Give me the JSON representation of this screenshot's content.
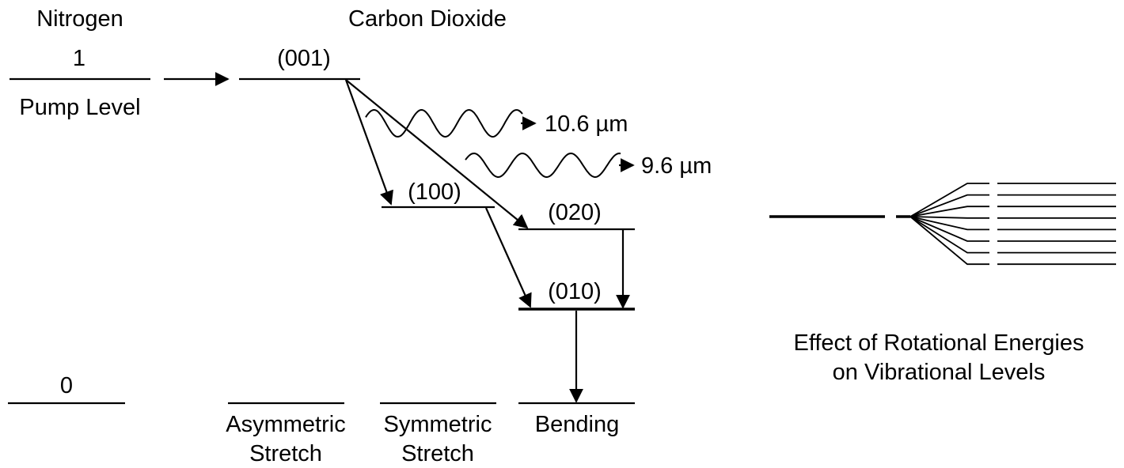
{
  "nitrogen": {
    "title": "Nitrogen",
    "upper_level": "1",
    "upper_caption": "Pump Level",
    "ground_level": "0"
  },
  "co2": {
    "title": "Carbon Dioxide",
    "levels": {
      "l001": "(001)",
      "l100": "(100)",
      "l020": "(020)",
      "l010": "(010)"
    },
    "modes": {
      "asymmetric": [
        "Asymmetric",
        "Stretch"
      ],
      "symmetric": [
        "Symmetric",
        "Stretch"
      ],
      "bending": [
        "Bending"
      ]
    }
  },
  "emissions": {
    "e1": "10.6 µm",
    "e2": "9.6 µm"
  },
  "rotational": {
    "caption": [
      "Effect of Rotational Energies",
      "on Vibrational Levels"
    ],
    "sublevel_count": 8
  }
}
